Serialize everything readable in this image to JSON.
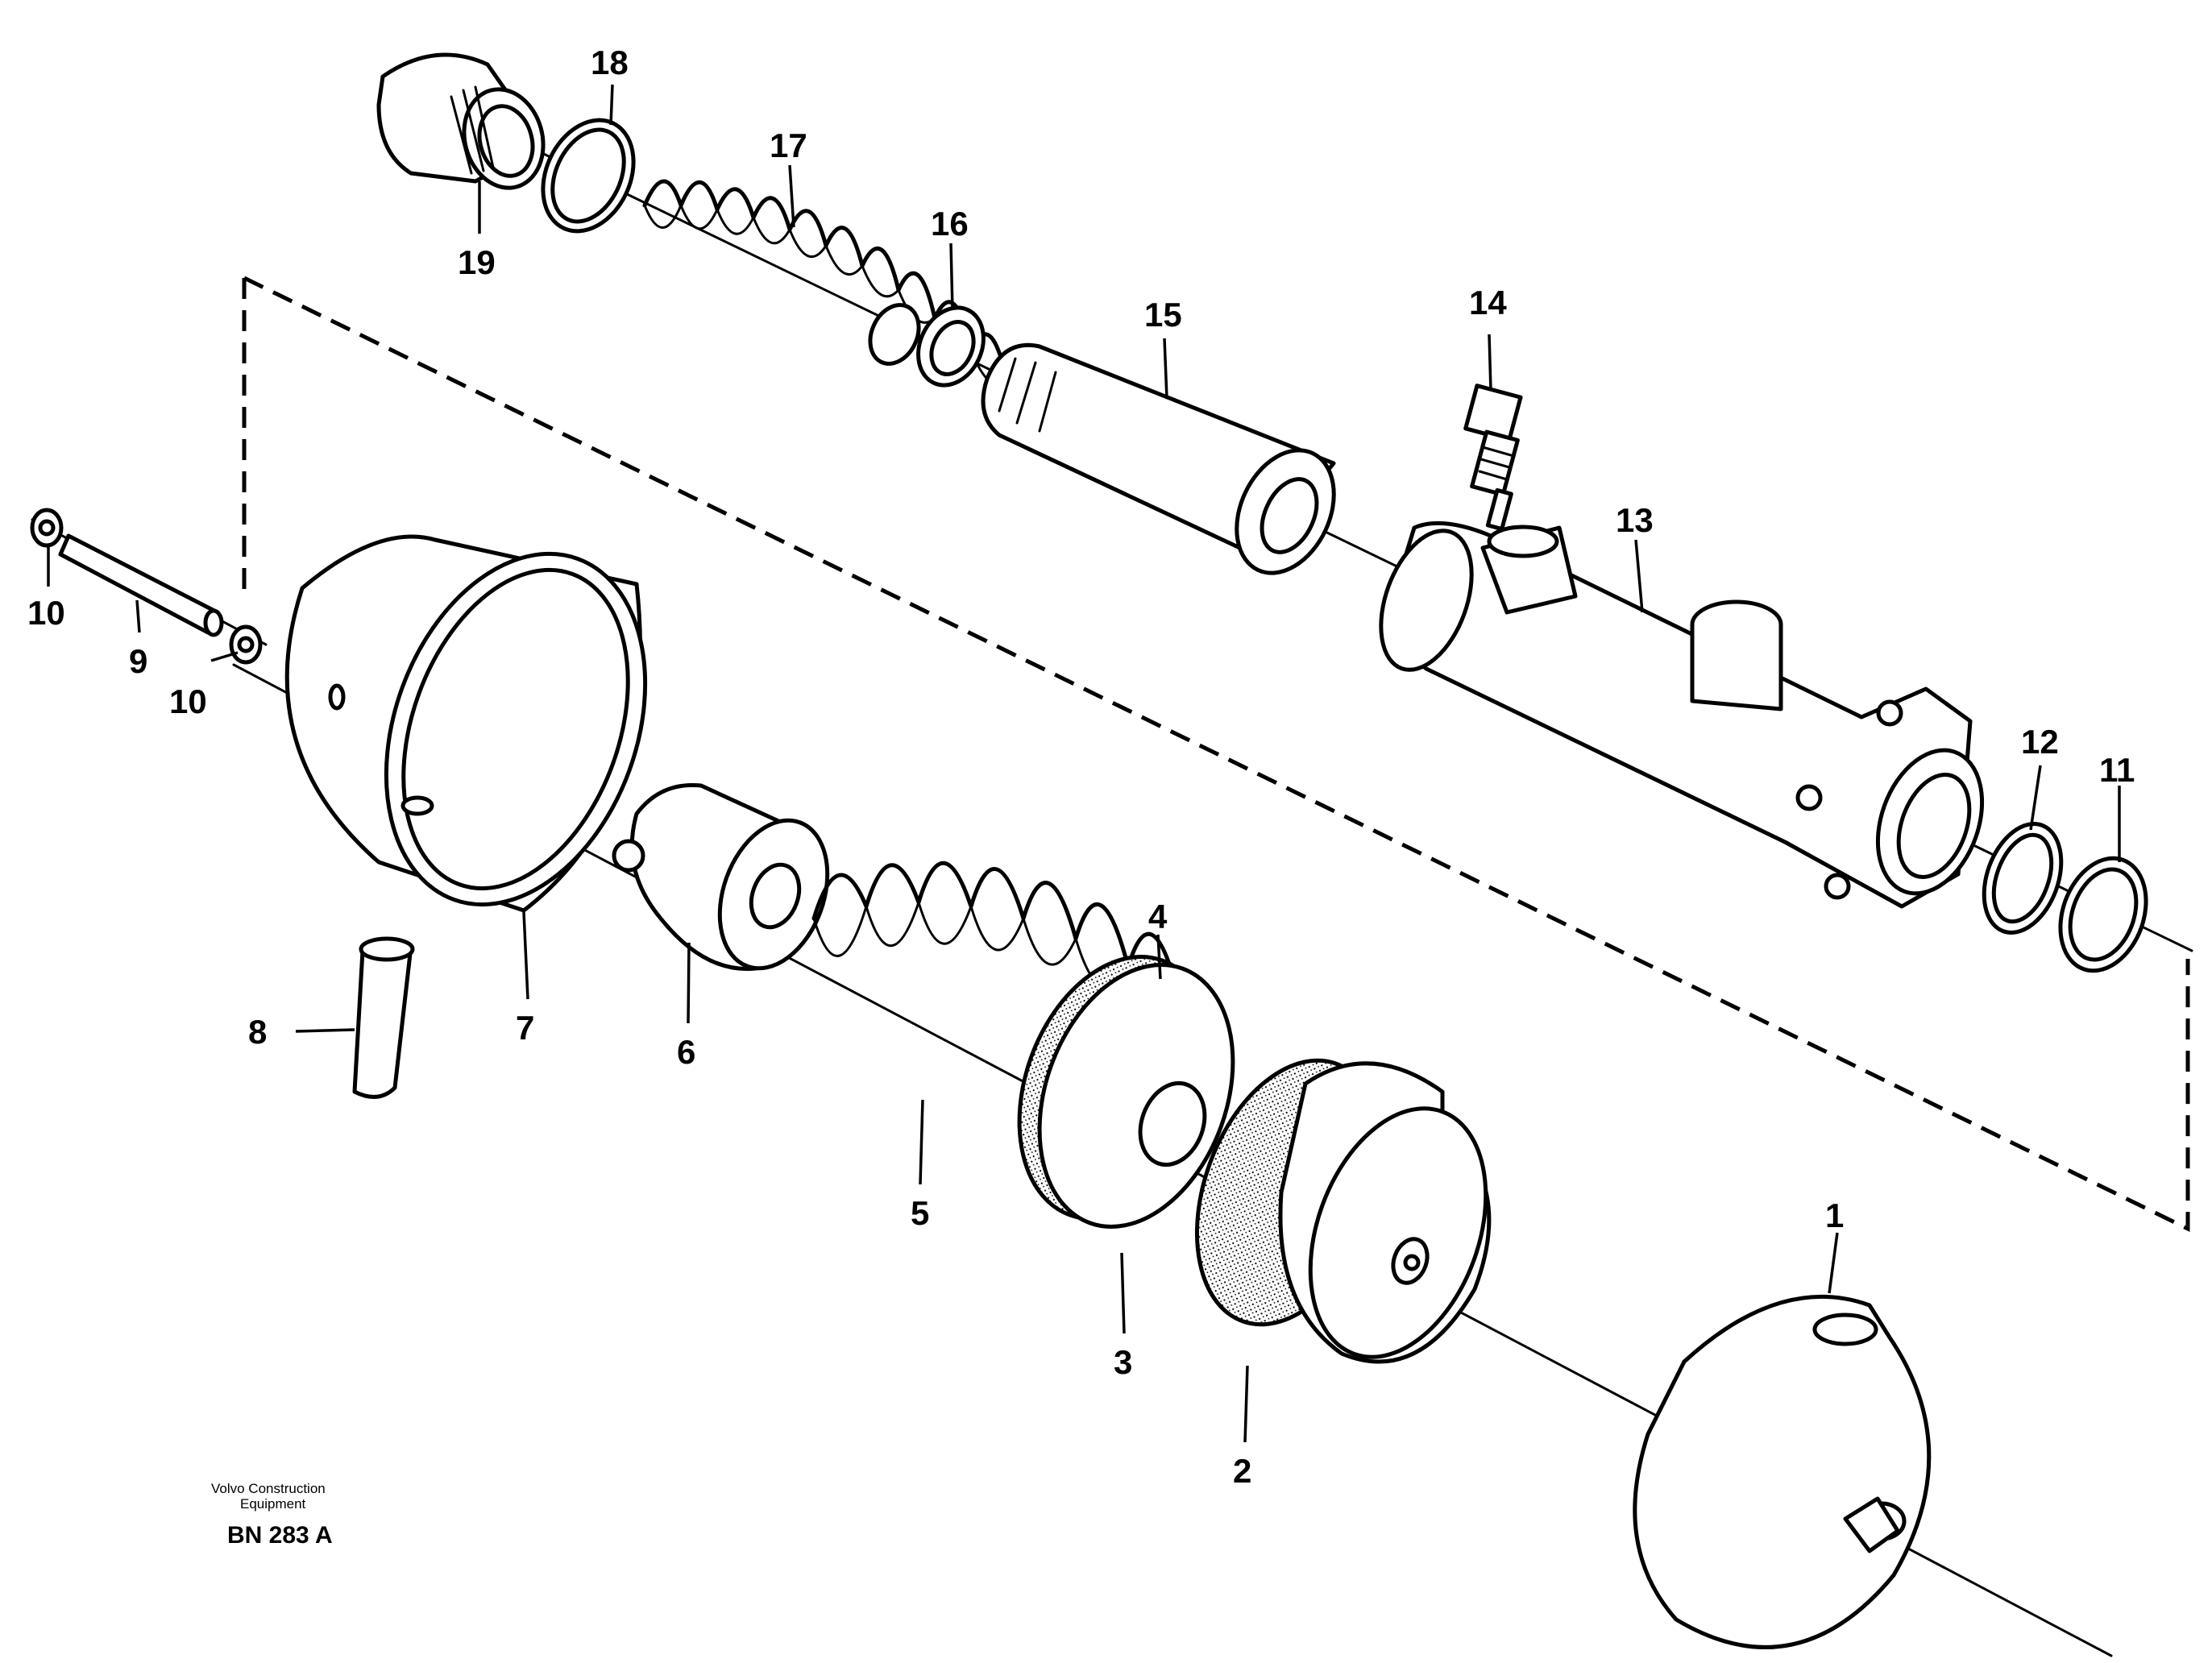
{
  "diagram": {
    "callouts": {
      "n1": "1",
      "n2": "2",
      "n3": "3",
      "n4": "4",
      "n5": "5",
      "n6": "6",
      "n7": "7",
      "n8": "8",
      "n9": "9",
      "n10a": "10",
      "n10b": "10",
      "n11": "11",
      "n12": "12",
      "n13": "13",
      "n14": "14",
      "n15": "15",
      "n16": "16",
      "n17": "17",
      "n18": "18",
      "n19": "19"
    },
    "brand_line1": "Volvo Construction",
    "brand_line2": "Equipment",
    "drawing_code": "BN 283 A"
  }
}
